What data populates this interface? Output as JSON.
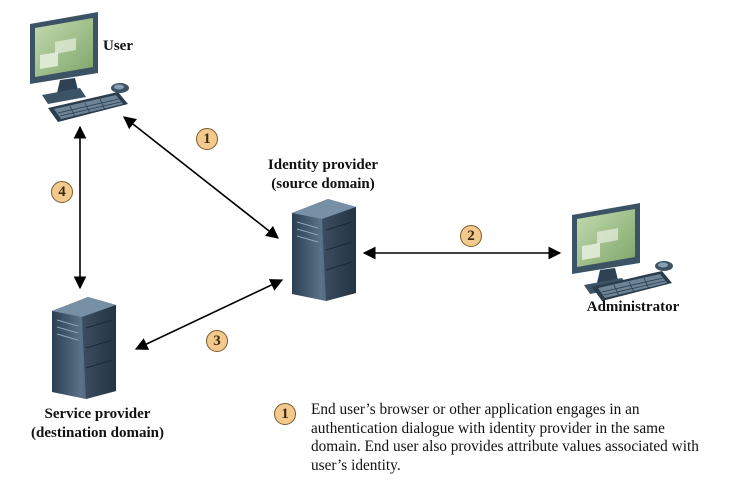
{
  "nodes": {
    "user": {
      "label": "User",
      "icon": "desktop-computer-icon"
    },
    "identity_provider": {
      "label_line1": "Identity provider",
      "label_line2": "(source domain)",
      "icon": "server-tower-icon"
    },
    "administrator": {
      "label": "Administrator",
      "icon": "desktop-computer-icon"
    },
    "service_provider": {
      "label_line1": "Service provider",
      "label_line2": "(destination domain)",
      "icon": "server-tower-icon"
    }
  },
  "steps": [
    {
      "number": "1",
      "between": "User ↔ Identity provider"
    },
    {
      "number": "2",
      "between": "Identity provider ↔ Administrator"
    },
    {
      "number": "3",
      "between": "Identity provider ↔ Service provider"
    },
    {
      "number": "4",
      "between": "User ↔ Service provider"
    }
  ],
  "legend": {
    "number": "1",
    "text": "End user’s browser or other application engages in an authentication dialogue with identity provider in the same domain. End user also provides attribute values associated with user’s identity."
  },
  "colors": {
    "badge_fill": "#f3c98e",
    "monitor_screen": "#9fbf8a",
    "device_body": "#4a5f70",
    "server_body": "#3d546a",
    "arrow": "#000000"
  }
}
